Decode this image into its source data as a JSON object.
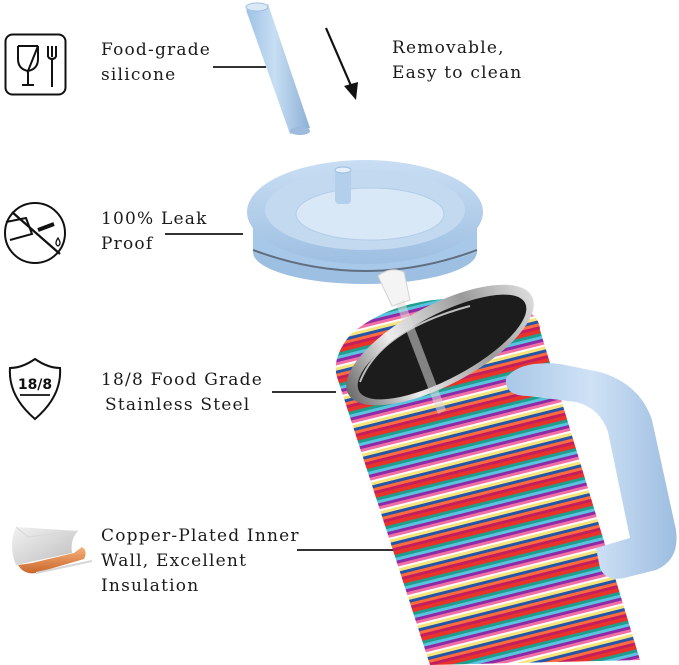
{
  "features": [
    {
      "id": "food-grade-silicone",
      "icon": "wine-glass-fork-icon",
      "lines": [
        "Food-grade",
        "silicone"
      ]
    },
    {
      "id": "leak-proof",
      "icon": "no-leak-icon",
      "lines": [
        "100% Leak",
        "Proof"
      ]
    },
    {
      "id": "stainless-steel",
      "icon": "shield-18-8-icon",
      "icon_text": "18/8",
      "lines": [
        "18/8 Food Grade",
        "Stainless Steel"
      ]
    },
    {
      "id": "copper-insulation",
      "icon": "copper-wall-icon",
      "lines": [
        "Copper-Plated Inner",
        "Wall, Excellent",
        "Insulation"
      ]
    }
  ],
  "callout": {
    "icon": "down-arrow-icon",
    "lines": [
      "Removable,",
      "Easy to clean"
    ]
  },
  "colors": {
    "lid_blue": "#b5d2ee",
    "lid_shadow": "#8fb2d6",
    "copper": "#e08a4c",
    "tumbler_interior": "#1c1c1c"
  }
}
